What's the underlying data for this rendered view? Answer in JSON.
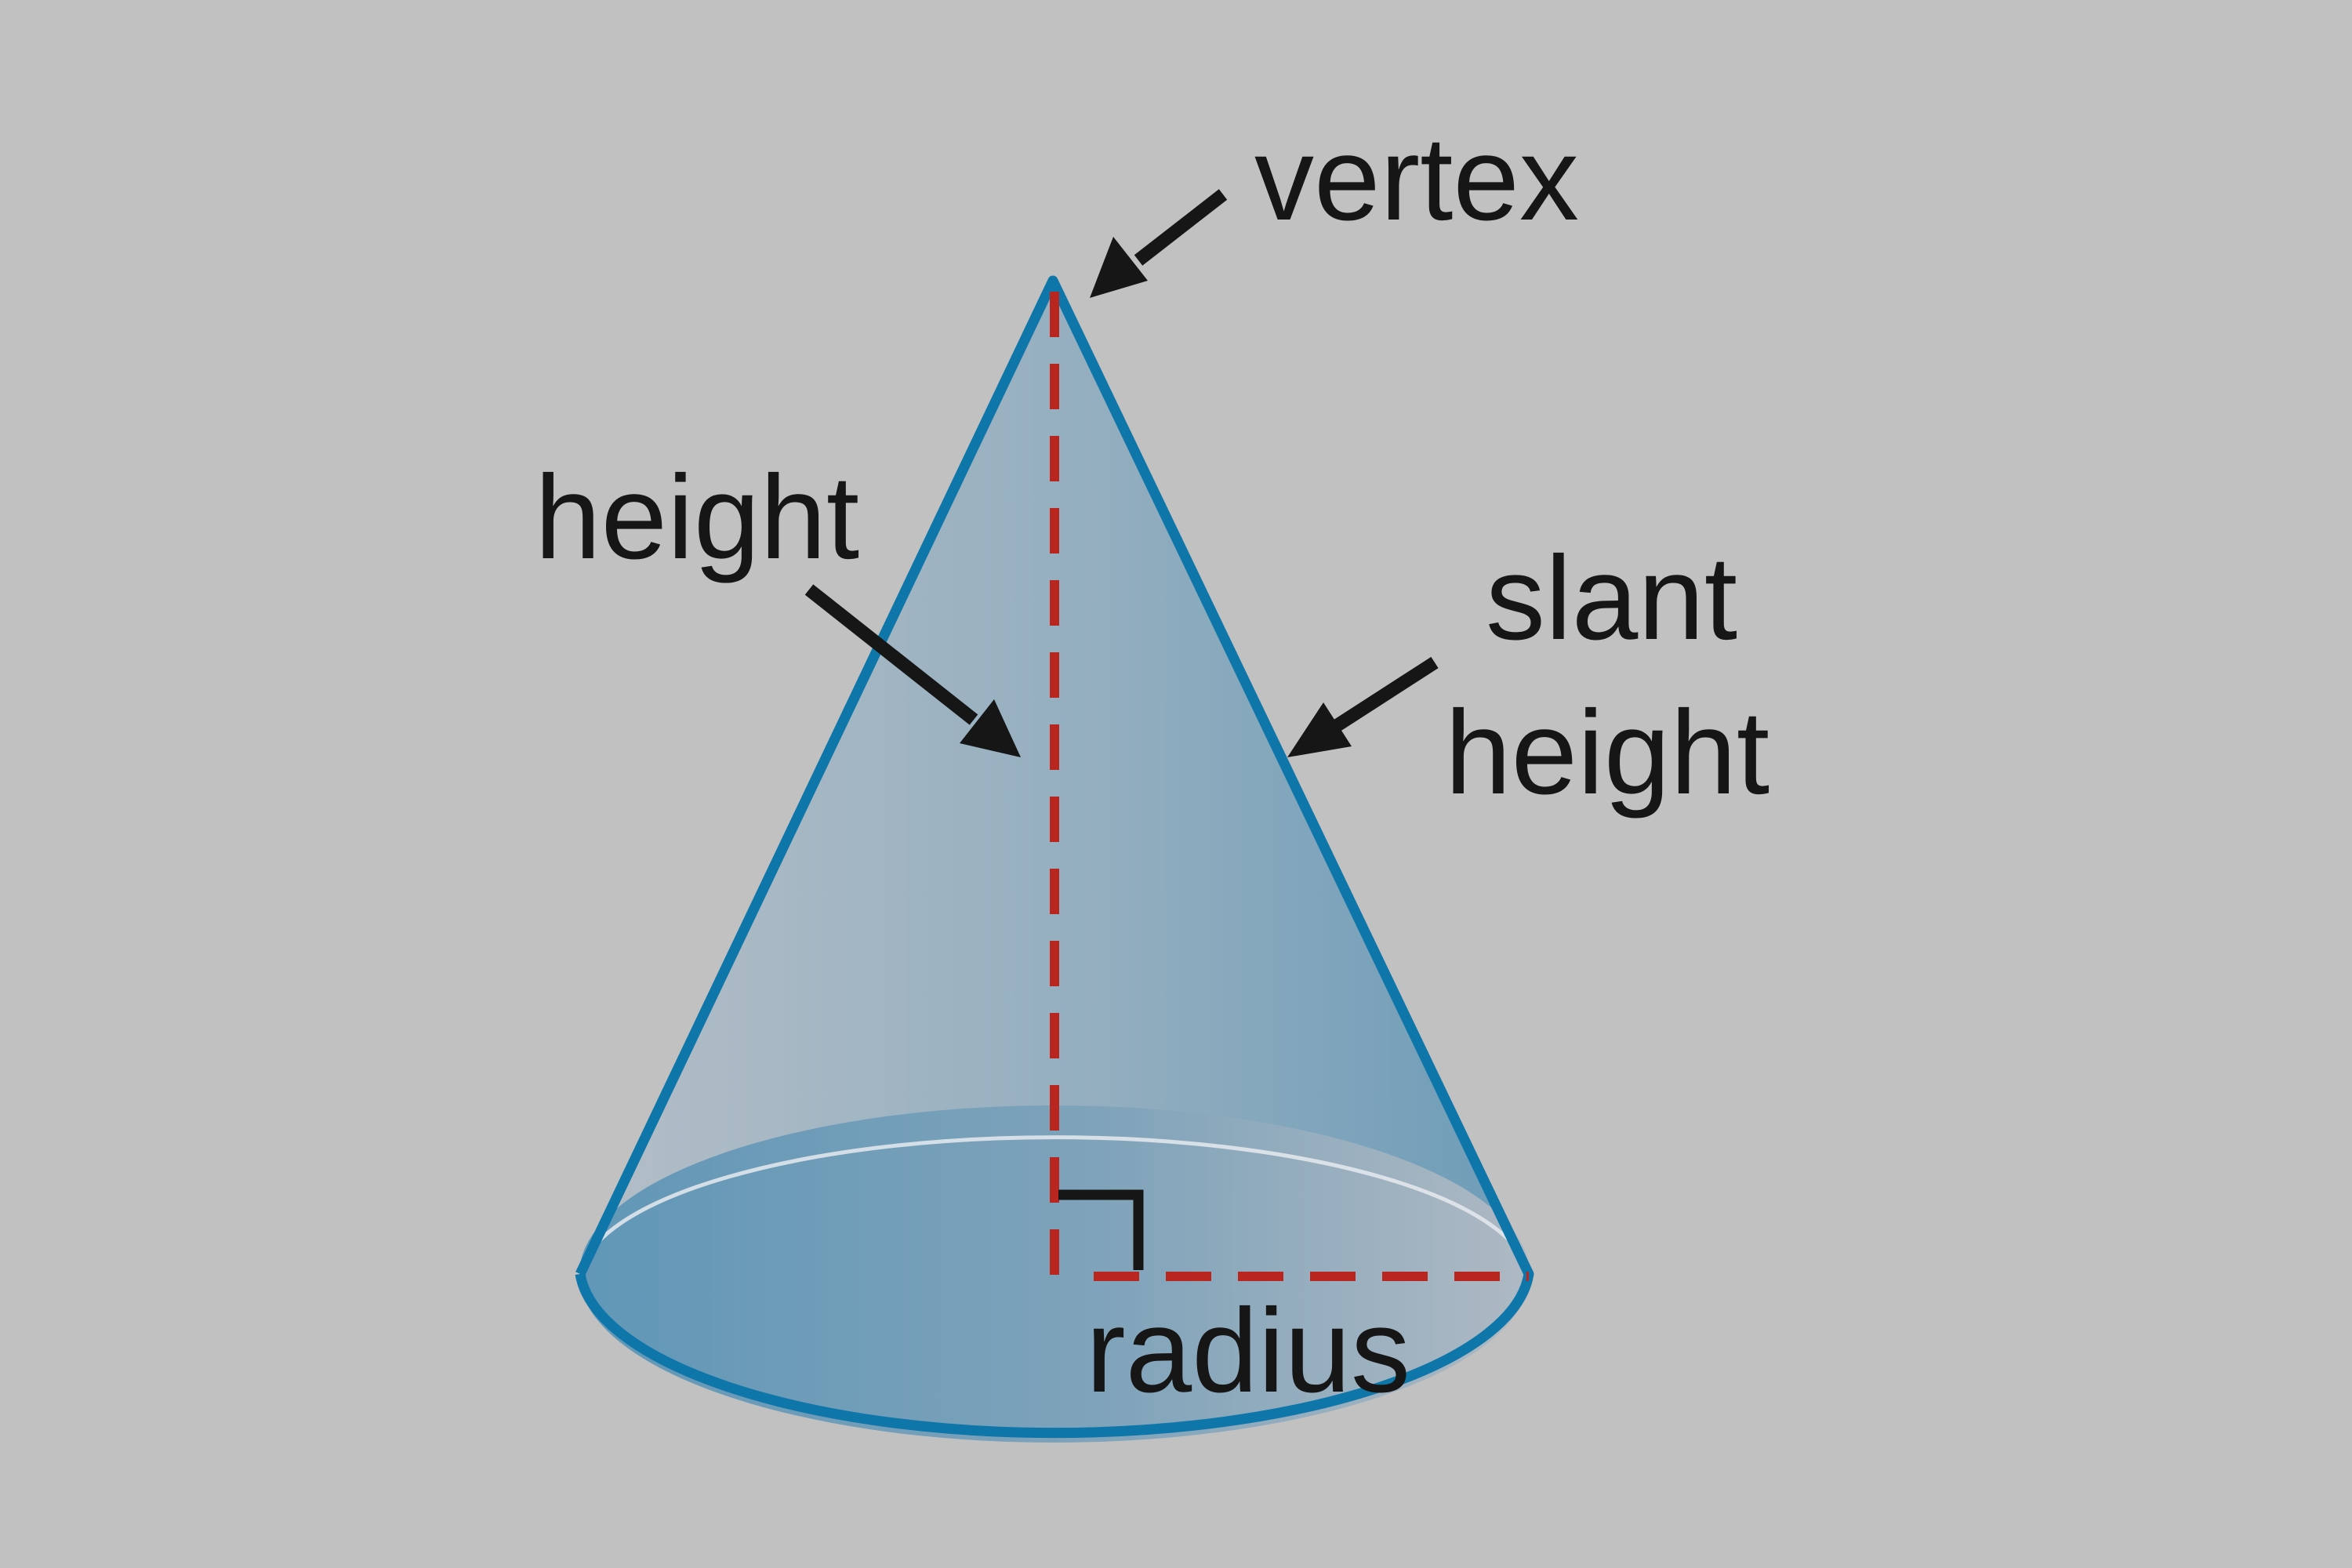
{
  "labels": {
    "vertex": "vertex",
    "height": "height",
    "slant_line1": "slant",
    "slant_line2": "height",
    "radius": "radius"
  },
  "colors": {
    "background": "#c1c1c1",
    "outline": "#0f76aa",
    "dashed": "#b8261f",
    "arrow": "#161616",
    "text": "#161616",
    "fill_light": "#b1bdc7",
    "fill_dark": "#6a9bb8"
  },
  "icons": {
    "right_angle": "right-angle-marker-icon",
    "arrow": "arrow-icon"
  }
}
